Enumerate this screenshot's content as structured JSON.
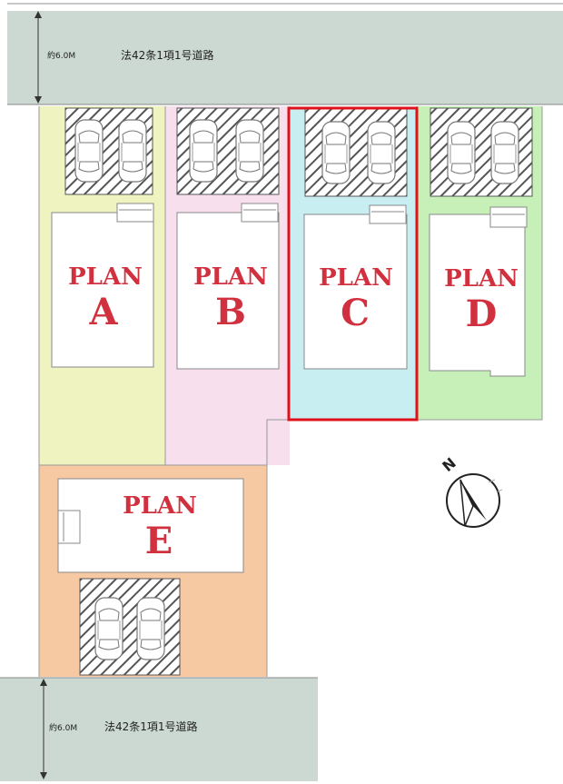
{
  "colors": {
    "road": "#cbd9d2",
    "lot_a": "#eef3bf",
    "lot_b": "#f8dfee",
    "lot_c": "#c9eef1",
    "lot_d": "#c6f0b8",
    "lot_e": "#f6c9a3",
    "plan_text": "#d1313f",
    "highlight": "#e0111a",
    "hatch": "#555555"
  },
  "roads": {
    "top": {
      "width_label": "約6.0M",
      "name": "法42条1項1号道路"
    },
    "bottom": {
      "width_label": "約6.0M",
      "name": "法42条1項1号道路"
    }
  },
  "plans": {
    "a": {
      "word": "PLAN",
      "letter": "A"
    },
    "b": {
      "word": "PLAN",
      "letter": "B"
    },
    "c": {
      "word": "PLAN",
      "letter": "C",
      "highlighted": true
    },
    "d": {
      "word": "PLAN",
      "letter": "D"
    },
    "e": {
      "word": "PLAN",
      "letter": "E"
    }
  },
  "compass": {
    "label": "N",
    "icon": "north-arrow-icon"
  }
}
